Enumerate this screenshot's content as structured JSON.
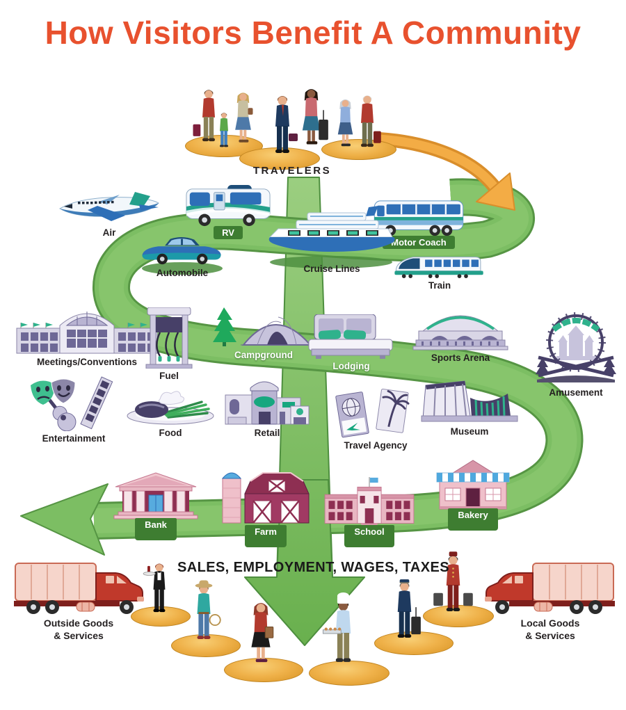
{
  "title": {
    "text": "How Visitors Benefit A Community"
  },
  "travelers": {
    "label": "TRAVELERS",
    "groups": [
      "family-travelers",
      "business-traveler",
      "solo-woman-traveler",
      "senior-couple-travelers"
    ]
  },
  "transportation": {
    "items": [
      {
        "id": "air",
        "label": "Air"
      },
      {
        "id": "rv",
        "label": "RV"
      },
      {
        "id": "motor-coach",
        "label": "Motor Coach"
      },
      {
        "id": "automobile",
        "label": "Automobile"
      },
      {
        "id": "cruise-lines",
        "label": "Cruise Lines"
      },
      {
        "id": "train",
        "label": "Train"
      }
    ]
  },
  "visitor_economy": {
    "items": [
      {
        "id": "meetings-conventions",
        "label": "Meetings/Conventions"
      },
      {
        "id": "fuel",
        "label": "Fuel"
      },
      {
        "id": "campground",
        "label": "Campground"
      },
      {
        "id": "lodging",
        "label": "Lodging"
      },
      {
        "id": "sports-arena",
        "label": "Sports Arena"
      },
      {
        "id": "amusement",
        "label": "Amusement"
      },
      {
        "id": "entertainment",
        "label": "Entertainment"
      },
      {
        "id": "food",
        "label": "Food"
      },
      {
        "id": "retail",
        "label": "Retail"
      },
      {
        "id": "travel-agency",
        "label": "Travel Agency"
      },
      {
        "id": "museum",
        "label": "Museum"
      }
    ]
  },
  "community": {
    "items": [
      {
        "id": "bank",
        "label": "Bank"
      },
      {
        "id": "farm",
        "label": "Farm"
      },
      {
        "id": "school",
        "label": "School"
      },
      {
        "id": "bakery",
        "label": "Bakery"
      }
    ]
  },
  "flow": {
    "caption": "SALES, EMPLOYMENT, WAGES, TAXES"
  },
  "goods": {
    "outside": {
      "line1": "Outside Goods",
      "line2": "& Services"
    },
    "local": {
      "line1": "Local Goods",
      "line2": "& Services"
    }
  },
  "workers": {
    "roles": [
      "waiter",
      "rancher",
      "manager",
      "baker",
      "pilot",
      "bellhop"
    ]
  },
  "colors": {
    "title_orange": "#E8512E",
    "ribbon_green": "#7CBE63",
    "ribbon_edge": "#569544",
    "label_patch_green": "#3E7D31",
    "travelers_arrow_gold": "#F3AC45",
    "platform_gold": "#EFB149",
    "label_black": "#231F20",
    "label_white": "#FFFFFF"
  }
}
